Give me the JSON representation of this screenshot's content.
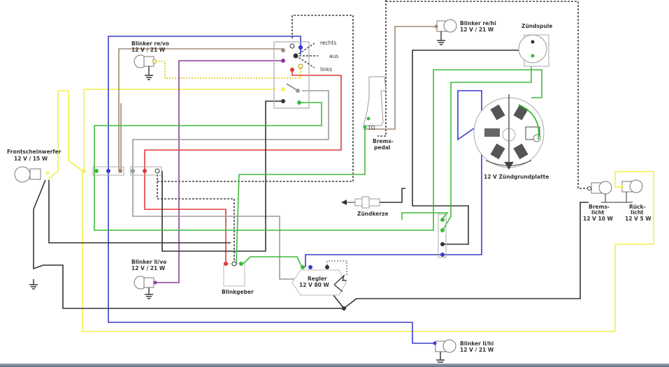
{
  "diagram": {
    "title": "Schaltplan 12 V",
    "colors": {
      "black": "#333333",
      "gray": "#9a9a9a",
      "brown": "#a08a78",
      "red": "#e0393b",
      "green": "#3dbb3d",
      "blue": "#3c3ccc",
      "violet": "#8a3a9a",
      "yellow": "#f2f263",
      "dashed": "#444444"
    },
    "components": {
      "headlight": {
        "name": "Frontscheinwerfer",
        "rating": "12 V / 15 W"
      },
      "blinker_front_right": {
        "name": "Blinker re/vo",
        "rating": "12 V / 21 W"
      },
      "blinker_front_left": {
        "name": "Blinker li/vo",
        "rating": "12 V / 21 W"
      },
      "blinker_rear_right": {
        "name": "Blinker re/hi",
        "rating": "12 V / 21 W"
      },
      "blinker_rear_left": {
        "name": "Blinker li/hi",
        "rating": "12 V / 21 W"
      },
      "ignition_coil": {
        "name": "Zündspule"
      },
      "ignition_plate": {
        "name": "12 V Zündgrundplatte"
      },
      "brake_pedal": {
        "name": "Brems-",
        "name2": "pedal"
      },
      "spark_plug": {
        "name": "Zündkerze"
      },
      "flasher": {
        "name": "Blinkgeber"
      },
      "regulator": {
        "name": "Regler",
        "rating": "12 V 80 W"
      },
      "brake_light": {
        "name": "Brems-",
        "name2": "licht",
        "rating": "12 V 10 W"
      },
      "tail_light": {
        "name": "Rück-",
        "name2": "licht",
        "rating": "12 V 5 W"
      }
    },
    "switch": {
      "positions": [
        "rechts",
        "aus",
        "links"
      ]
    }
  }
}
